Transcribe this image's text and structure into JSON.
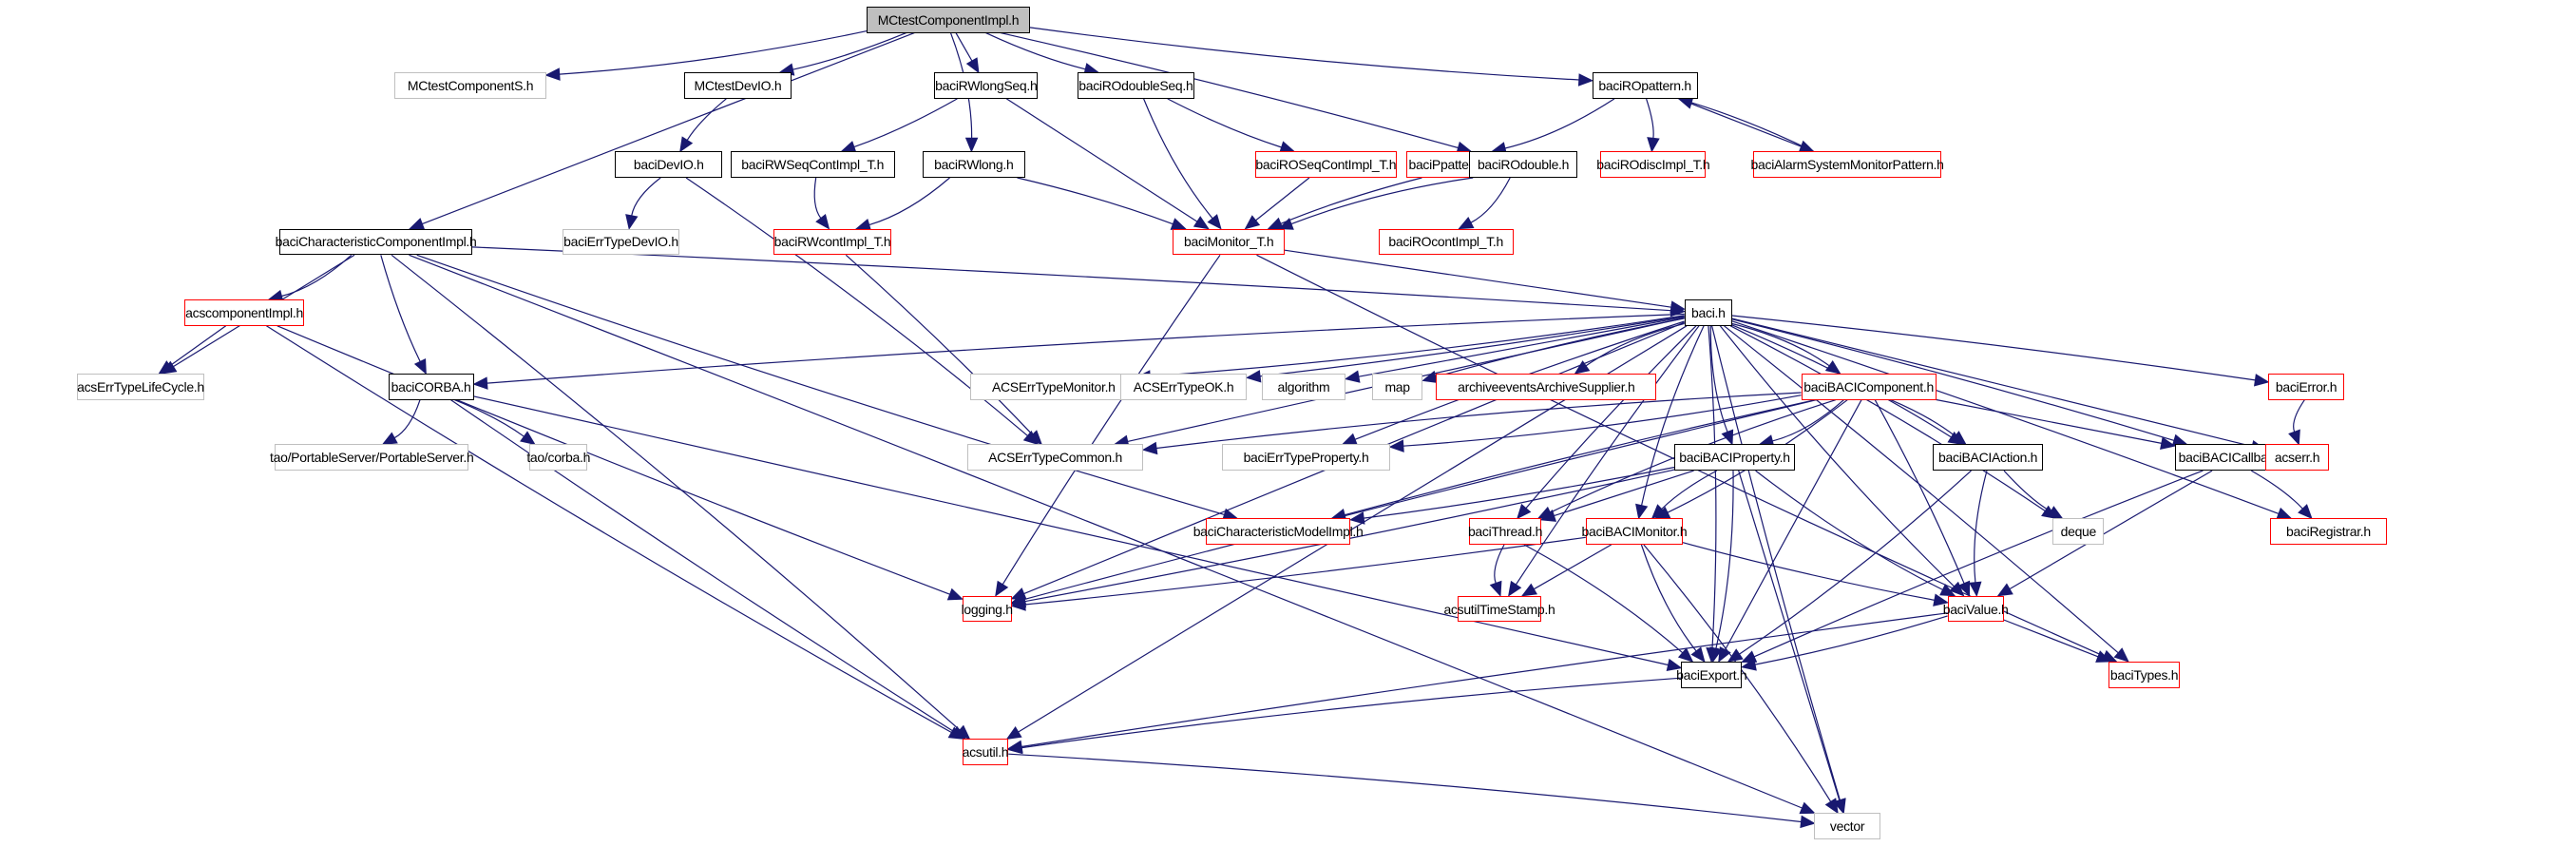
{
  "title": "MCtestComponentImpl.h",
  "colors": {
    "edge": "#191970",
    "documented_border": "#000000",
    "undocumented_border": "#ff0000",
    "external_border": "#bfbfbf",
    "root_fill": "#bfbfbf"
  },
  "nodes": [
    {
      "id": "MCtestComponentImpl",
      "label": "MCtestComponentImpl.h",
      "kind": "root"
    },
    {
      "id": "MCtestComponentS",
      "label": "MCtestComponentS.h",
      "kind": "gray"
    },
    {
      "id": "MCtestDevIO",
      "label": "MCtestDevIO.h",
      "kind": "black"
    },
    {
      "id": "baciRWlongSeq",
      "label": "baciRWlongSeq.h",
      "kind": "black"
    },
    {
      "id": "baciROdoubleSeq",
      "label": "baciROdoubleSeq.h",
      "kind": "black"
    },
    {
      "id": "baciROpattern",
      "label": "baciROpattern.h",
      "kind": "black"
    },
    {
      "id": "baciDevIO",
      "label": "baciDevIO.h",
      "kind": "black"
    },
    {
      "id": "baciRWSeqContImpl_T",
      "label": "baciRWSeqContImpl_T.h",
      "kind": "black"
    },
    {
      "id": "baciRWlong",
      "label": "baciRWlong.h",
      "kind": "black"
    },
    {
      "id": "baciROSeqContImpl_T",
      "label": "baciROSeqContImpl_T.h",
      "kind": "red"
    },
    {
      "id": "baciPpatternImpl",
      "label": "baciPpatternImpl.h",
      "kind": "red"
    },
    {
      "id": "baciROdouble",
      "label": "baciROdouble.h",
      "kind": "black"
    },
    {
      "id": "baciROdiscImpl_T",
      "label": "baciROdiscImpl_T.h",
      "kind": "red"
    },
    {
      "id": "baciAlarmSystemMonitorPattern",
      "label": "baciAlarmSystemMonitorPattern.h",
      "kind": "red"
    },
    {
      "id": "baciCharacteristicComponentImpl",
      "label": "baciCharacteristicComponentImpl.h",
      "kind": "black"
    },
    {
      "id": "baciErrTypeDevIO",
      "label": "baciErrTypeDevIO.h",
      "kind": "gray"
    },
    {
      "id": "baciRWcontImpl_T",
      "label": "baciRWcontImpl_T.h",
      "kind": "red"
    },
    {
      "id": "baciMonitor_T",
      "label": "baciMonitor_T.h",
      "kind": "red"
    },
    {
      "id": "baciROcontImpl_T",
      "label": "baciROcontImpl_T.h",
      "kind": "red"
    },
    {
      "id": "acscomponentImpl",
      "label": "acscomponentImpl.h",
      "kind": "red"
    },
    {
      "id": "baci",
      "label": "baci.h",
      "kind": "black"
    },
    {
      "id": "acsErrTypeLifeCycle",
      "label": "acsErrTypeLifeCycle.h",
      "kind": "gray"
    },
    {
      "id": "baciCORBA",
      "label": "baciCORBA.h",
      "kind": "black"
    },
    {
      "id": "ACSErrTypeMonitor",
      "label": "ACSErrTypeMonitor.h",
      "kind": "gray"
    },
    {
      "id": "ACSErrTypeOK",
      "label": "ACSErrTypeOK.h",
      "kind": "gray"
    },
    {
      "id": "algorithm",
      "label": "algorithm",
      "kind": "gray"
    },
    {
      "id": "map",
      "label": "map",
      "kind": "gray"
    },
    {
      "id": "archiveeventsArchiveSupplier",
      "label": "archiveeventsArchiveSupplier.h",
      "kind": "red"
    },
    {
      "id": "baciBACIComponent",
      "label": "baciBACIComponent.h",
      "kind": "red"
    },
    {
      "id": "baciError",
      "label": "baciError.h",
      "kind": "red"
    },
    {
      "id": "tao_PortableServer",
      "label": "tao/PortableServer/PortableServer.h",
      "kind": "gray"
    },
    {
      "id": "tao_corba",
      "label": "tao/corba.h",
      "kind": "gray"
    },
    {
      "id": "ACSErrTypeCommon",
      "label": "ACSErrTypeCommon.h",
      "kind": "gray"
    },
    {
      "id": "baciErrTypeProperty",
      "label": "baciErrTypeProperty.h",
      "kind": "gray"
    },
    {
      "id": "baciBACIProperty",
      "label": "baciBACIProperty.h",
      "kind": "black"
    },
    {
      "id": "baciBACIAction",
      "label": "baciBACIAction.h",
      "kind": "black"
    },
    {
      "id": "baciBACICallback",
      "label": "baciBACICallback.h",
      "kind": "black"
    },
    {
      "id": "acserr",
      "label": "acserr.h",
      "kind": "red"
    },
    {
      "id": "baciCharacteristicModelImpl",
      "label": "baciCharacteristicModelImpl.h",
      "kind": "red"
    },
    {
      "id": "baciThread",
      "label": "baciThread.h",
      "kind": "red"
    },
    {
      "id": "baciBACIMonitor",
      "label": "baciBACIMonitor.h",
      "kind": "red"
    },
    {
      "id": "deque",
      "label": "deque",
      "kind": "gray"
    },
    {
      "id": "baciRegistrar",
      "label": "baciRegistrar.h",
      "kind": "red"
    },
    {
      "id": "logging",
      "label": "logging.h",
      "kind": "red"
    },
    {
      "id": "acsutilTimeStamp",
      "label": "acsutilTimeStamp.h",
      "kind": "red"
    },
    {
      "id": "baciValue",
      "label": "baciValue.h",
      "kind": "red"
    },
    {
      "id": "baciExport",
      "label": "baciExport.h",
      "kind": "black"
    },
    {
      "id": "baciTypes",
      "label": "baciTypes.h",
      "kind": "red"
    },
    {
      "id": "acsutil",
      "label": "acsutil.h",
      "kind": "red"
    },
    {
      "id": "vector",
      "label": "vector",
      "kind": "gray"
    }
  ],
  "edges": [
    [
      "MCtestComponentImpl",
      "MCtestComponentS"
    ],
    [
      "MCtestComponentImpl",
      "MCtestDevIO"
    ],
    [
      "MCtestComponentImpl",
      "baciRWlongSeq"
    ],
    [
      "MCtestComponentImpl",
      "baciROdoubleSeq"
    ],
    [
      "MCtestComponentImpl",
      "baciROpattern"
    ],
    [
      "MCtestComponentImpl",
      "baciRWlong"
    ],
    [
      "MCtestComponentImpl",
      "baciROdouble"
    ],
    [
      "MCtestComponentImpl",
      "baciCharacteristicComponentImpl"
    ],
    [
      "MCtestDevIO",
      "baciDevIO"
    ],
    [
      "baciDevIO",
      "baciErrTypeDevIO"
    ],
    [
      "baciDevIO",
      "ACSErrTypeCommon"
    ],
    [
      "baciRWlongSeq",
      "baciRWSeqContImpl_T"
    ],
    [
      "baciRWlongSeq",
      "baciMonitor_T"
    ],
    [
      "baciROdoubleSeq",
      "baciROSeqContImpl_T"
    ],
    [
      "baciROdoubleSeq",
      "baciMonitor_T"
    ],
    [
      "baciROpattern",
      "baciPpatternImpl"
    ],
    [
      "baciROpattern",
      "baciROdiscImpl_T"
    ],
    [
      "baciROpattern",
      "baciAlarmSystemMonitorPattern"
    ],
    [
      "baciAlarmSystemMonitorPattern",
      "baciROpattern"
    ],
    [
      "baciRWSeqContImpl_T",
      "baciRWcontImpl_T"
    ],
    [
      "baciRWlong",
      "baciRWcontImpl_T"
    ],
    [
      "baciRWlong",
      "baciMonitor_T"
    ],
    [
      "baciROSeqContImpl_T",
      "baciMonitor_T"
    ],
    [
      "baciPpatternImpl",
      "baciMonitor_T"
    ],
    [
      "baciROdouble",
      "baciMonitor_T"
    ],
    [
      "baciROdouble",
      "baciROcontImpl_T"
    ],
    [
      "baciRWcontImpl_T",
      "ACSErrTypeCommon"
    ],
    [
      "baciMonitor_T",
      "baci"
    ],
    [
      "baciMonitor_T",
      "logging"
    ],
    [
      "baciMonitor_T",
      "baciTypes"
    ],
    [
      "baciCharacteristicComponentImpl",
      "acscomponentImpl"
    ],
    [
      "baciCharacteristicComponentImpl",
      "baci"
    ],
    [
      "baciCharacteristicComponentImpl",
      "acsErrTypeLifeCycle"
    ],
    [
      "baciCharacteristicComponentImpl",
      "baciCORBA"
    ],
    [
      "baciCharacteristicComponentImpl",
      "baciCharacteristicModelImpl"
    ],
    [
      "baciCharacteristicComponentImpl",
      "acsutil"
    ],
    [
      "baciCharacteristicComponentImpl",
      "vector"
    ],
    [
      "acscomponentImpl",
      "acsErrTypeLifeCycle"
    ],
    [
      "acscomponentImpl",
      "logging"
    ],
    [
      "acscomponentImpl",
      "acsutil"
    ],
    [
      "baciCORBA",
      "tao_PortableServer"
    ],
    [
      "baciCORBA",
      "tao_corba"
    ],
    [
      "baciCORBA",
      "baciExport"
    ],
    [
      "baciCORBA",
      "acsutil"
    ],
    [
      "baci",
      "baciCORBA"
    ],
    [
      "baci",
      "ACSErrTypeMonitor"
    ],
    [
      "baci",
      "ACSErrTypeOK"
    ],
    [
      "baci",
      "algorithm"
    ],
    [
      "baci",
      "map"
    ],
    [
      "baci",
      "archiveeventsArchiveSupplier"
    ],
    [
      "baci",
      "baciBACIComponent"
    ],
    [
      "baci",
      "baciError"
    ],
    [
      "baci",
      "ACSErrTypeCommon"
    ],
    [
      "baci",
      "baciErrTypeProperty"
    ],
    [
      "baci",
      "baciBACIProperty"
    ],
    [
      "baci",
      "baciBACIAction"
    ],
    [
      "baci",
      "baciBACICallback"
    ],
    [
      "baci",
      "acserr"
    ],
    [
      "baci",
      "baciThread"
    ],
    [
      "baci",
      "baciBACIMonitor"
    ],
    [
      "baci",
      "deque"
    ],
    [
      "baci",
      "baciRegistrar"
    ],
    [
      "baci",
      "logging"
    ],
    [
      "baci",
      "acsutilTimeStamp"
    ],
    [
      "baci",
      "baciValue"
    ],
    [
      "baci",
      "baciExport"
    ],
    [
      "baci",
      "baciTypes"
    ],
    [
      "baci",
      "acsutil"
    ],
    [
      "baci",
      "vector"
    ],
    [
      "baciError",
      "acserr"
    ],
    [
      "baciBACIComponent",
      "baciBACIProperty"
    ],
    [
      "baciBACIComponent",
      "baciBACIAction"
    ],
    [
      "baciBACIComponent",
      "baciBACICallback"
    ],
    [
      "baciBACIComponent",
      "baciCharacteristicModelImpl"
    ],
    [
      "baciBACIComponent",
      "baciThread"
    ],
    [
      "baciBACIComponent",
      "baciBACIMonitor"
    ],
    [
      "baciBACIComponent",
      "baciValue"
    ],
    [
      "baciBACIComponent",
      "baciExport"
    ],
    [
      "baciBACIComponent",
      "logging"
    ],
    [
      "baciBACIComponent",
      "ACSErrTypeCommon"
    ],
    [
      "baciBACIComponent",
      "baciErrTypeProperty"
    ],
    [
      "baciBACIProperty",
      "baciCharacteristicModelImpl"
    ],
    [
      "baciBACIProperty",
      "baciThread"
    ],
    [
      "baciBACIProperty",
      "baciBACIMonitor"
    ],
    [
      "baciBACIProperty",
      "baciValue"
    ],
    [
      "baciBACIProperty",
      "baciExport"
    ],
    [
      "baciBACIProperty",
      "logging"
    ],
    [
      "baciBACIProperty",
      "vector"
    ],
    [
      "baciBACIAction",
      "deque"
    ],
    [
      "baciBACIAction",
      "baciValue"
    ],
    [
      "baciBACIAction",
      "baciExport"
    ],
    [
      "baciBACICallback",
      "baciRegistrar"
    ],
    [
      "baciBACICallback",
      "baciValue"
    ],
    [
      "baciBACICallback",
      "baciExport"
    ],
    [
      "baciThread",
      "acsutilTimeStamp"
    ],
    [
      "baciThread",
      "baciExport"
    ],
    [
      "baciBACIMonitor",
      "logging"
    ],
    [
      "baciBACIMonitor",
      "acsutilTimeStamp"
    ],
    [
      "baciBACIMonitor",
      "baciValue"
    ],
    [
      "baciBACIMonitor",
      "baciExport"
    ],
    [
      "baciBACIMonitor",
      "vector"
    ],
    [
      "baciValue",
      "baciExport"
    ],
    [
      "baciValue",
      "baciTypes"
    ],
    [
      "baciValue",
      "acsutil"
    ],
    [
      "baciExport",
      "acsutil"
    ],
    [
      "acsutil",
      "vector"
    ]
  ]
}
